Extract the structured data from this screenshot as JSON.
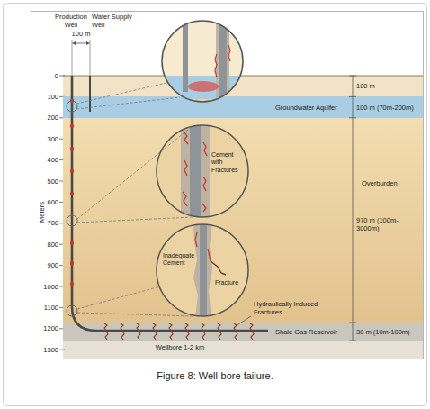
{
  "diagram": {
    "caption": "Figure 8: Well-bore failure.",
    "nodes": [
      {
        "text": [
          "Groundwater Aquifer"
        ]
      },
      {
        "text": [
          "Overburden"
        ]
      },
      {
        "text": [
          "Cement with Fractures"
        ],
        "in": 1
      },
      {
        "text": [
          "Inadequate Cement",
          "Fracture"
        ],
        "in": 1
      },
      {
        "text": [
          "Shale Gas Reservoir"
        ]
      }
    ],
    "labels": [
      "Production Well",
      "Water Supply Well",
      "100 m",
      "Meters",
      "0",
      "100",
      "200",
      "300",
      "400",
      "500",
      "600",
      "700",
      "800",
      "900",
      "1000",
      "1100",
      "1200",
      "1300",
      "100 m",
      "100 m (70m-200m)",
      "970 m (100m-3000m)",
      "Hydraulically Induced Fractures",
      "30 m (10m-100m)",
      "Wellbore 1-2 km"
    ]
  }
}
